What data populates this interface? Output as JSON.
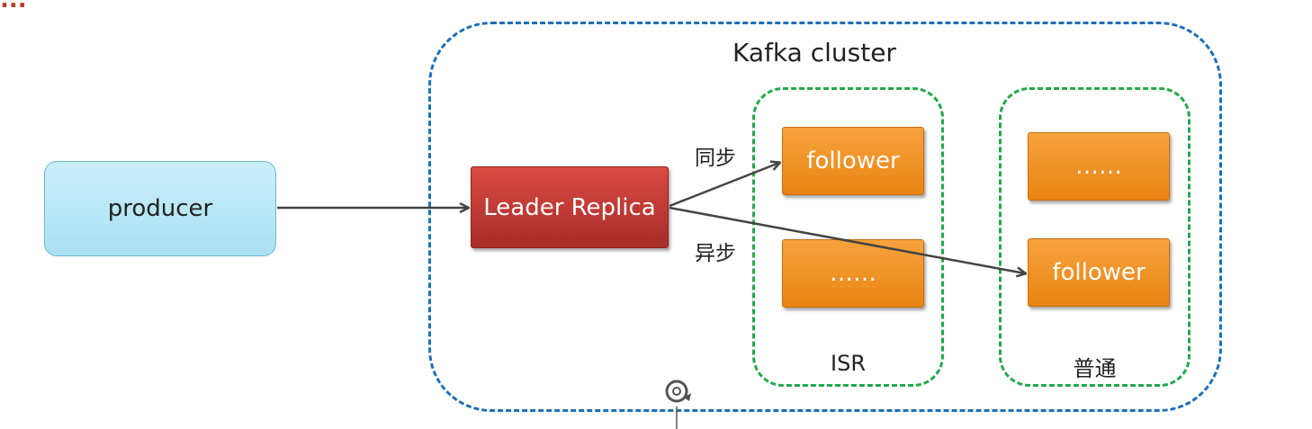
{
  "header": {
    "title_fragment": "..."
  },
  "cluster": {
    "label": "Kafka cluster"
  },
  "groups": {
    "isr_label": "ISR",
    "normal_label": "普通"
  },
  "nodes": {
    "producer": "producer",
    "leader": "Leader Replica",
    "isr_follower": "follower",
    "isr_other": "……",
    "normal_other": "……",
    "normal_follower": "follower"
  },
  "edges": {
    "sync_label": "同步",
    "async_label": "异步"
  },
  "colors": {
    "cluster_border": "#1f6fb5",
    "group_border": "#23a84a",
    "leader_fill": "#c0392b",
    "follower_fill": "#f0901f",
    "producer_fill": "#b8e6f6",
    "title_red": "#c0392b"
  },
  "icons": {
    "rotate": "rotate-handle-icon"
  }
}
